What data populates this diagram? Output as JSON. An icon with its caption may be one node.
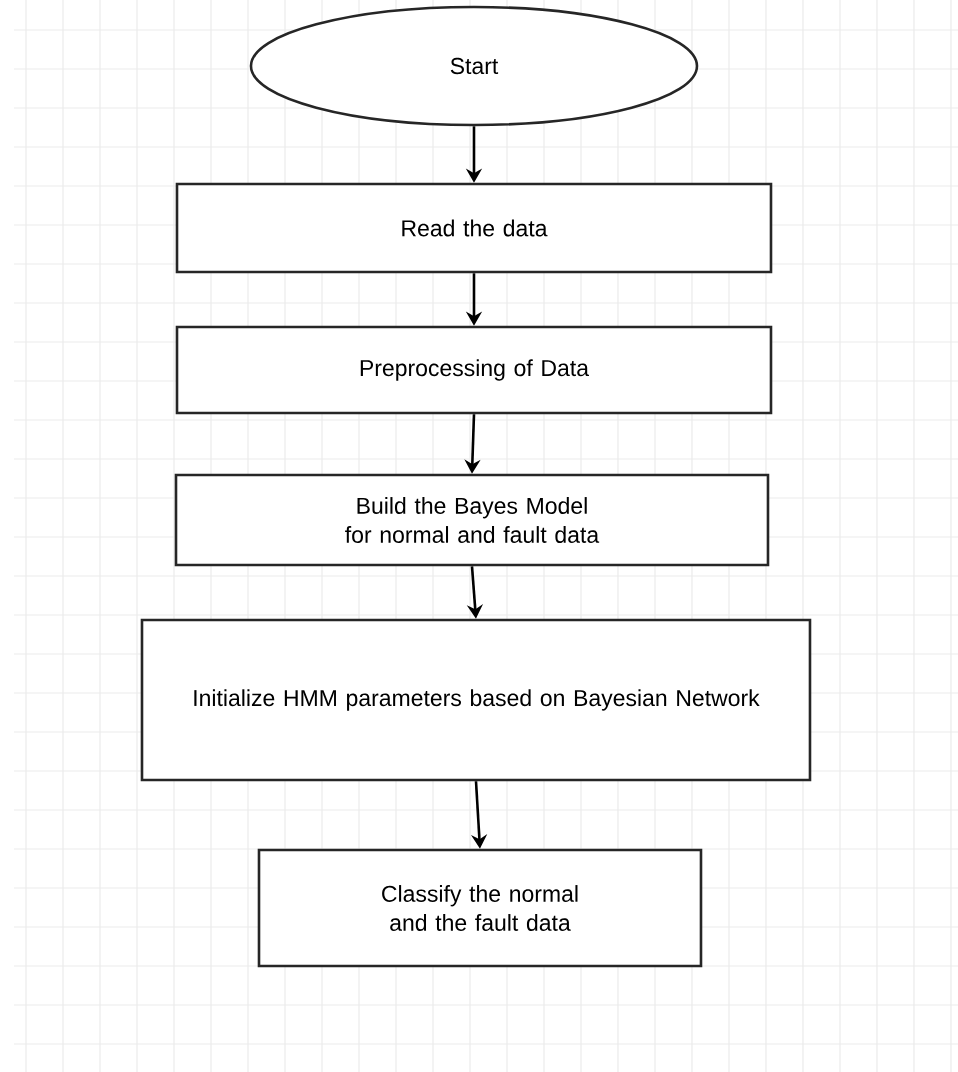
{
  "diagram": {
    "nodes": [
      {
        "text": [
          "Start"
        ]
      },
      {
        "text": [
          "Read the data"
        ]
      },
      {
        "text": [
          "Preprocessing of Data"
        ]
      },
      {
        "text": [
          "Build the Bayes Model for normal and fault data"
        ]
      },
      {
        "text": [
          "Initialize HMM parameters based on Bayesian Network"
        ]
      },
      {
        "text": [
          "Classify the normal and the fault data"
        ]
      }
    ],
    "edges": [
      {
        "from": 0,
        "to": 1,
        "arrow": "to"
      },
      {
        "from": 1,
        "to": 2,
        "arrow": "to"
      },
      {
        "from": 2,
        "to": 3,
        "arrow": "to"
      },
      {
        "from": 3,
        "to": 4,
        "arrow": "to"
      },
      {
        "from": 4,
        "to": 5,
        "arrow": "to"
      }
    ]
  }
}
